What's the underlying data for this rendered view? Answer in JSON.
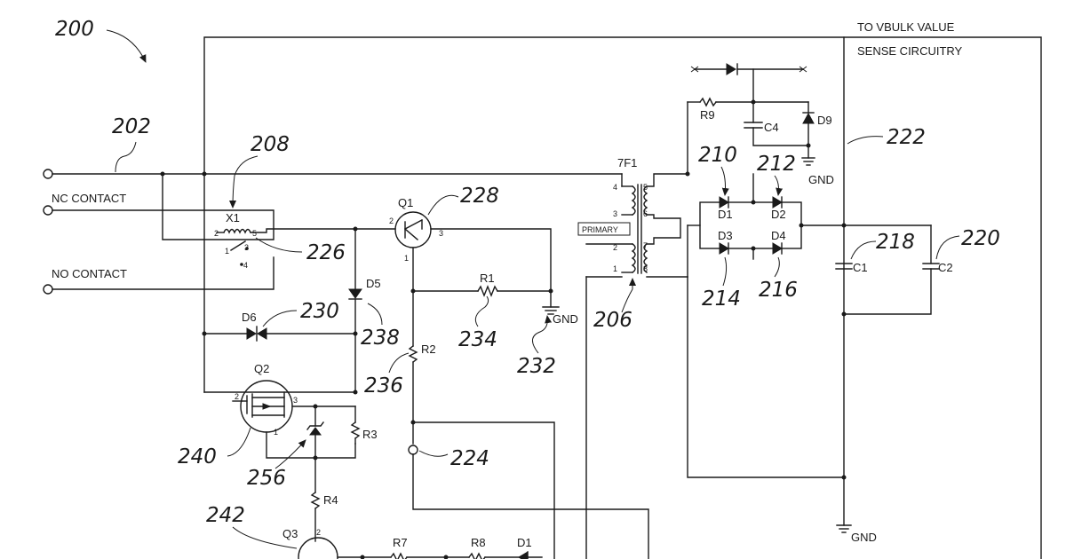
{
  "figure": {
    "ref_main": "200",
    "header_line1": "TO VBULK VALUE",
    "header_line2": "SENSE CIRCUITRY"
  },
  "terminals": {
    "nc_contact": "NC CONTACT",
    "no_contact": "NO CONTACT"
  },
  "components": {
    "x1": "X1",
    "q1": "Q1",
    "q2": "Q2",
    "q3": "Q3",
    "r1": "R1",
    "r2": "R2",
    "r3": "R3",
    "r4": "R4",
    "r7": "R7",
    "r8": "R8",
    "r9": "R9",
    "d1": "D1",
    "d2": "D2",
    "d3": "D3",
    "d4": "D4",
    "d5": "D5",
    "d6": "D6",
    "d9": "D9",
    "d1_bottom": "D1",
    "c1": "C1",
    "c2": "C2",
    "c4": "C4",
    "transformer": "7F1",
    "primary": "PRIMARY",
    "gnd1": "GND",
    "gnd2": "GND",
    "gnd3": "GND"
  },
  "pins": {
    "x1_p2": "2",
    "x1_p5": "5",
    "x1_p1": "1",
    "x1_p3": "3",
    "x1_p4": "4",
    "q1_p2": "2",
    "q1_p3": "3",
    "q1_p1": "1",
    "q2_p2": "2",
    "q2_p3": "3",
    "q2_p1": "1",
    "q3_p2": "2",
    "tf_p4": "4",
    "tf_p3": "3",
    "tf_p2": "2",
    "tf_p1": "1",
    "tf_p5": "5",
    "tf_p6": "6",
    "tf_p7": "7",
    "tf_p8": "8"
  },
  "refs": {
    "r202": "202",
    "r208": "208",
    "r226": "226",
    "r228": "228",
    "r230": "230",
    "r238": "238",
    "r234": "234",
    "r232": "232",
    "r206": "206",
    "r236": "236",
    "r240": "240",
    "r256": "256",
    "r224": "224",
    "r242": "242",
    "r210": "210",
    "r212": "212",
    "r214": "214",
    "r216": "216",
    "r218": "218",
    "r220": "220",
    "r222": "222"
  }
}
